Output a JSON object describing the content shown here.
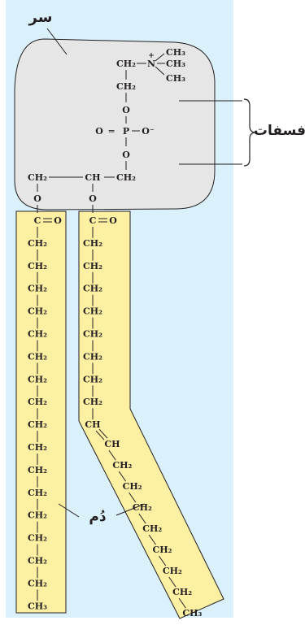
{
  "labels": {
    "head": "سر",
    "phosphate": "فسفات",
    "tail": "دُم"
  },
  "head_group": {
    "choline_ch2": "CH₂",
    "nitrogen": "N",
    "plus": "+",
    "methyls": [
      "CH₃",
      "CH₃",
      "CH₃"
    ],
    "ch2_2": "CH₂",
    "o_upper": "O",
    "phosphate_o_left": "O",
    "phosphate_eq": "═",
    "phosphate_p": "P",
    "phosphate_o_right": "O⁻",
    "o_lower": "O"
  },
  "glycerol": {
    "left": "CH₂",
    "middle": "CH",
    "right": "CH₂"
  },
  "ester": {
    "left_o": "O",
    "right_o": "O",
    "carbonyl": "C",
    "carbonyl_o": "O"
  },
  "tail_left": {
    "chain": [
      "CH₂",
      "CH₂",
      "CH₂",
      "CH₂",
      "CH₂",
      "CH₂",
      "CH₂",
      "CH₂",
      "CH₂",
      "CH₂",
      "CH₂",
      "CH₂",
      "CH₂",
      "CH₂",
      "CH₂",
      "CH₂",
      "CH₃"
    ]
  },
  "tail_right": {
    "straight": [
      "CH₂",
      "CH₂",
      "CH₂",
      "CH₂",
      "CH₂",
      "CH₂",
      "CH₂",
      "CH₂"
    ],
    "double_bond_a": "CH",
    "double_bond_b": "CH",
    "bent": [
      "CH₂",
      "CH₂",
      "CH₂",
      "CH₂",
      "CH₂",
      "CH₂",
      "CH₂",
      "CH₃"
    ]
  },
  "colors": {
    "background": "#daf0fb",
    "head_fill": "#e6e6e6",
    "tail_fill": "#fdf0a3",
    "line": "#231f20"
  }
}
